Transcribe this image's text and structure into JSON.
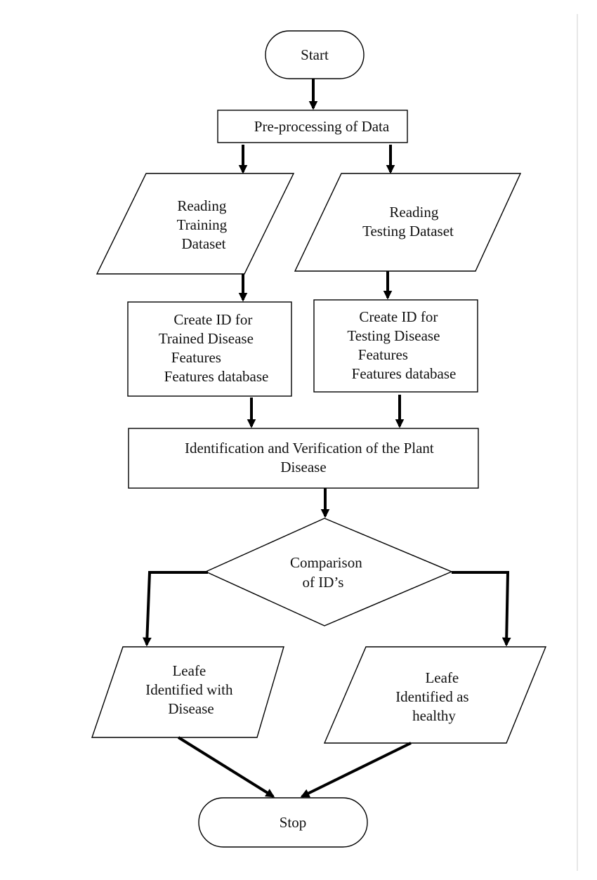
{
  "nodes": {
    "start": {
      "lines": [
        "Start"
      ]
    },
    "preprocess": {
      "lines": [
        "Pre-processing of Data"
      ]
    },
    "read_train": {
      "lines": [
        "Reading",
        "Training",
        "Dataset"
      ]
    },
    "read_test": {
      "lines": [
        "Reading",
        "Testing Dataset"
      ]
    },
    "create_train": {
      "lines": [
        "Create ID for",
        "Trained Disease",
        "Features",
        "Features database"
      ]
    },
    "create_test": {
      "lines": [
        "Create ID for",
        "Testing Disease",
        "Features",
        "Features database"
      ]
    },
    "identify": {
      "lines": [
        "Identification and Verification of the Plant",
        "Disease"
      ]
    },
    "compare": {
      "lines": [
        "Comparison",
        "of ID’s"
      ]
    },
    "leaf_disease": {
      "lines": [
        "Leafe",
        "Identified with",
        "Disease"
      ]
    },
    "leaf_healthy": {
      "lines": [
        "Leafe",
        "Identified as",
        "healthy"
      ]
    },
    "stop": {
      "lines": [
        "Stop"
      ]
    }
  },
  "colors": {
    "stroke": "#000000",
    "fill": "#ffffff",
    "text": "#111111"
  }
}
